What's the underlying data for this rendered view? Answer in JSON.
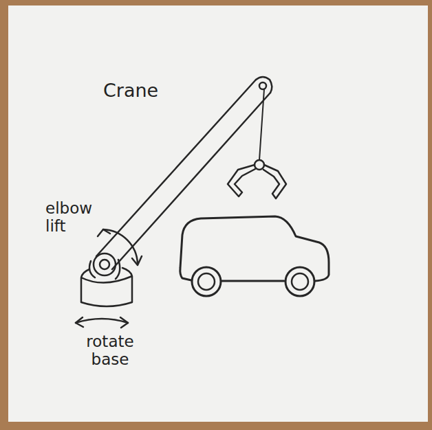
{
  "diagram": {
    "title": "Crane",
    "labels": [
      "elbow lift",
      "rotate base"
    ]
  }
}
